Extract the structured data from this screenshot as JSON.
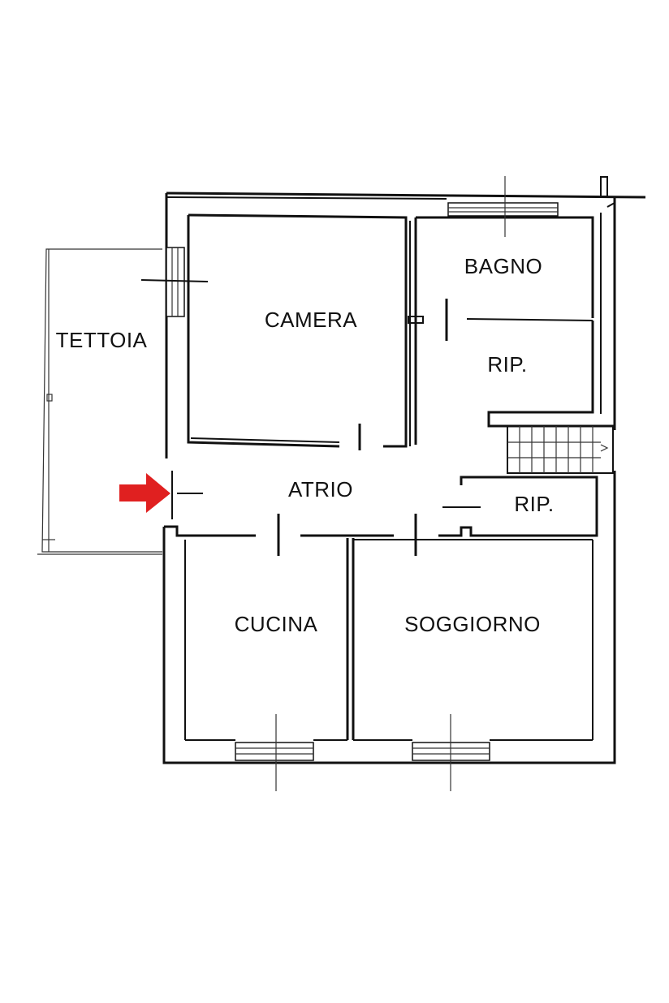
{
  "rooms": {
    "tettoia": "TETTOIA",
    "camera": "CAMERA",
    "bagno": "BAGNO",
    "rip_upper": "RIP.",
    "atrio": "ATRIO",
    "rip_lower": "RIP.",
    "cucina": "CUCINA",
    "soggiorno": "SOGGIORNO"
  },
  "entrance_arrow_color": "#e02020",
  "line_color": "#111111"
}
